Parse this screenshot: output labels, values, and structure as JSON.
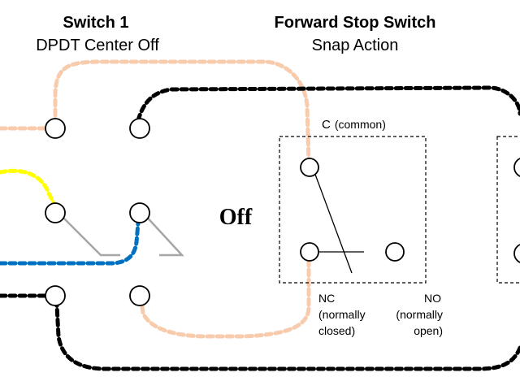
{
  "switch1": {
    "title": "Switch 1",
    "subtitle": "DPDT Center Off",
    "state_label": "Off"
  },
  "stop_switch": {
    "title": "Forward Stop Switch",
    "subtitle": "Snap Action",
    "common_label": "C",
    "common_note": "(common)",
    "nc_label": "NC",
    "nc_note_line1": "(normally",
    "nc_note_line2": "closed)",
    "no_label": "NO",
    "no_note_line1": "(normally",
    "no_note_line2": "open)"
  },
  "colors": {
    "peach_wire": "#f8cbad",
    "black_wire": "#000000",
    "yellow_wire": "#ffff00",
    "blue_wire": "#0070c0",
    "lever": "#a6a6a6"
  }
}
